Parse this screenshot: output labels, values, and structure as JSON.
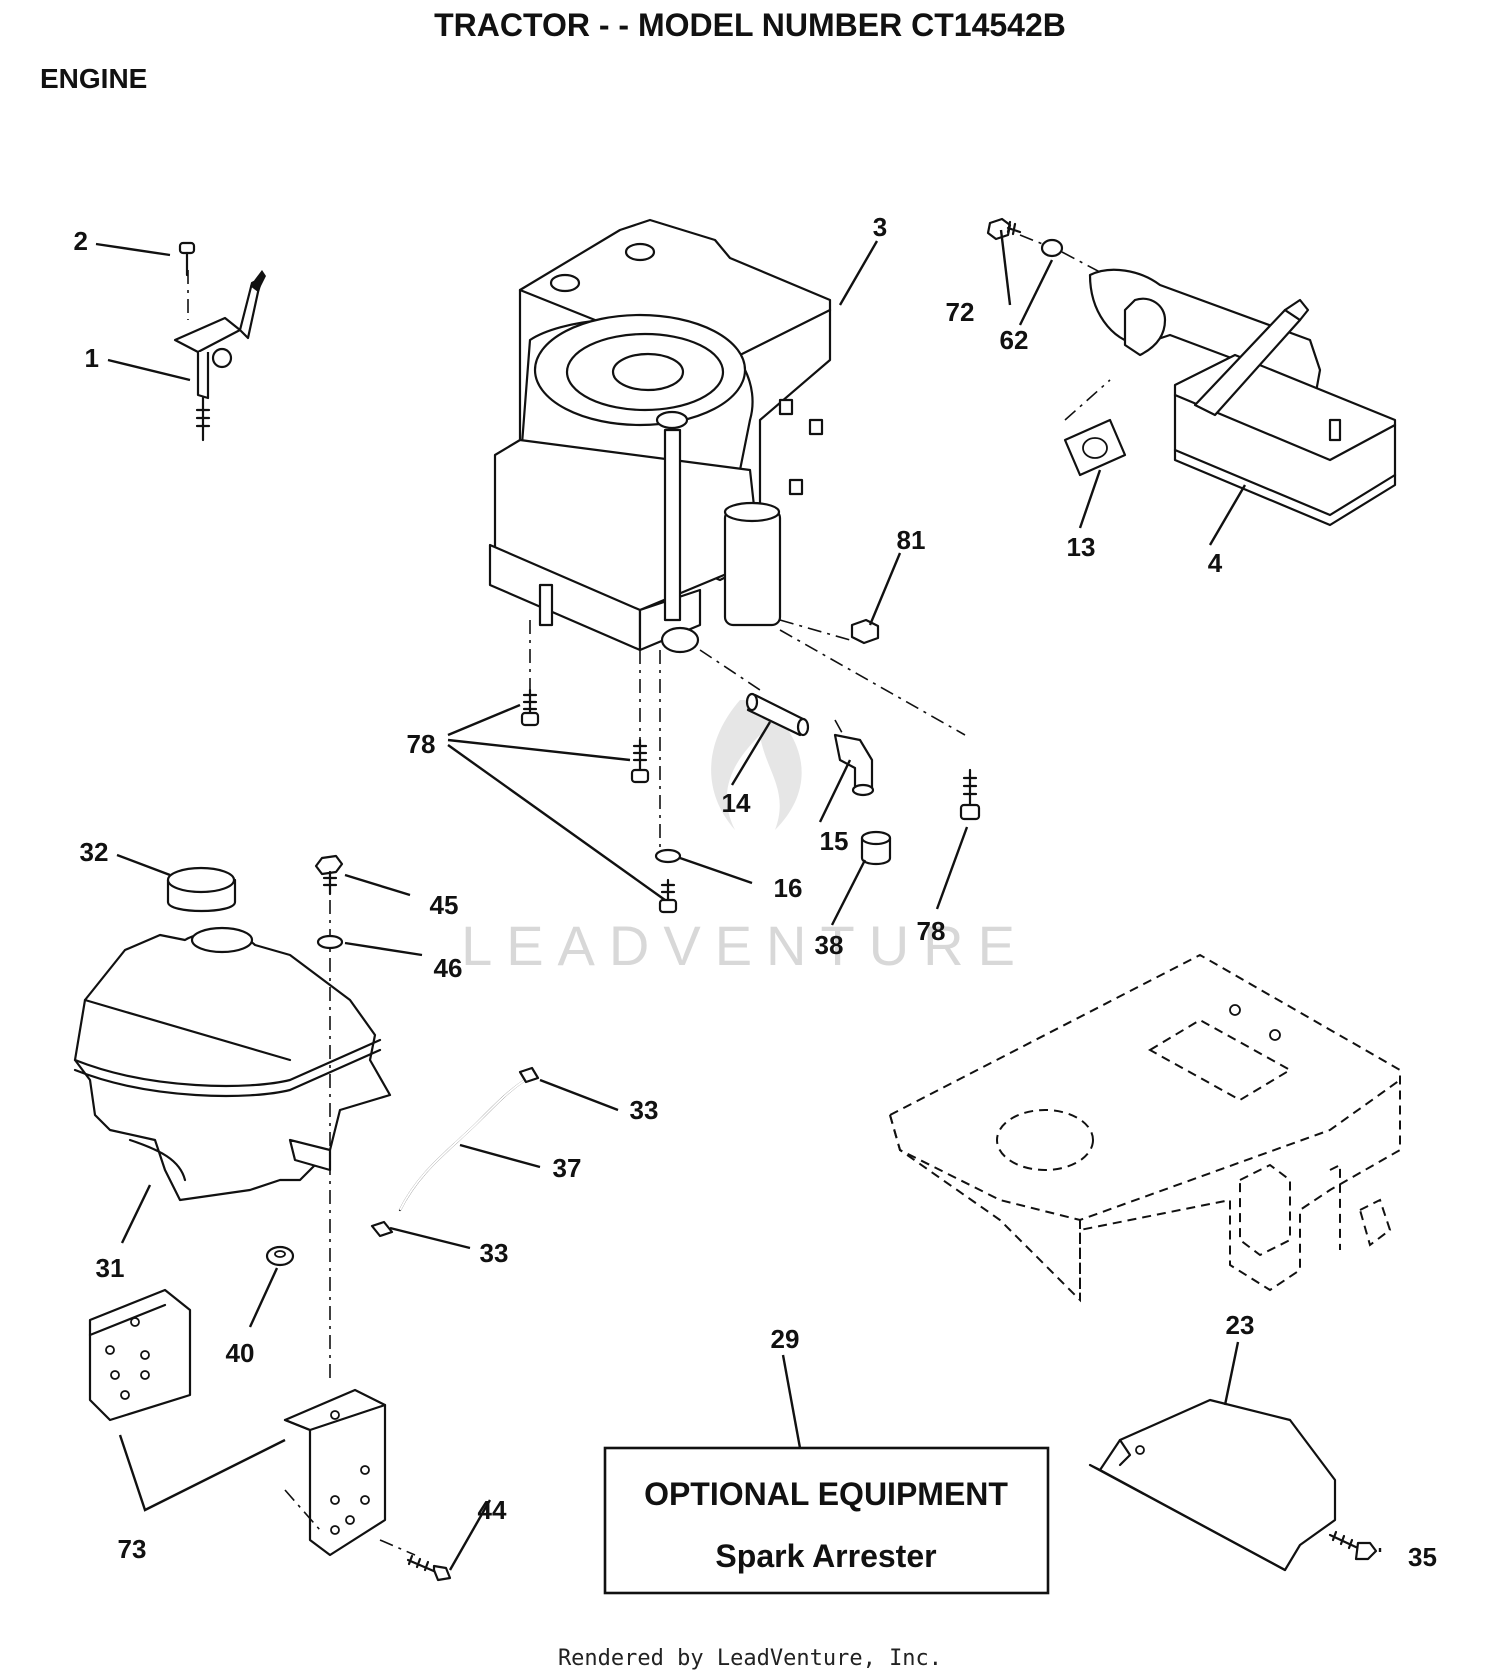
{
  "title": "TRACTOR - - MODEL NUMBER CT14542B",
  "section": "ENGINE",
  "watermark": "LEADVENTURE",
  "footer": "Rendered by LeadVenture, Inc.",
  "optional_box": {
    "heading": "OPTIONAL EQUIPMENT",
    "item": "Spark Arrester"
  },
  "callouts": {
    "c1": "1",
    "c2": "2",
    "c3": "3",
    "c4": "4",
    "c13": "13",
    "c14": "14",
    "c15": "15",
    "c16": "16",
    "c23": "23",
    "c29": "29",
    "c31": "31",
    "c32": "32",
    "c33a": "33",
    "c33b": "33",
    "c35": "35",
    "c37": "37",
    "c38": "38",
    "c40": "40",
    "c44": "44",
    "c45": "45",
    "c46": "46",
    "c62": "62",
    "c72": "72",
    "c73": "73",
    "c78a": "78",
    "c78b": "78",
    "c81": "81"
  }
}
